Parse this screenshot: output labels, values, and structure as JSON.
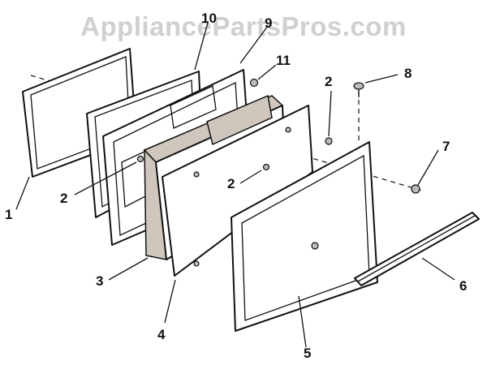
{
  "watermark": "AppliancePartsPros.com",
  "callouts": {
    "c1": "1",
    "c2a": "2",
    "c2b": "2",
    "c2c": "2",
    "c3": "3",
    "c4": "4",
    "c5": "5",
    "c6": "6",
    "c7": "7",
    "c8": "8",
    "c9": "9",
    "c10": "10",
    "c11": "11"
  }
}
